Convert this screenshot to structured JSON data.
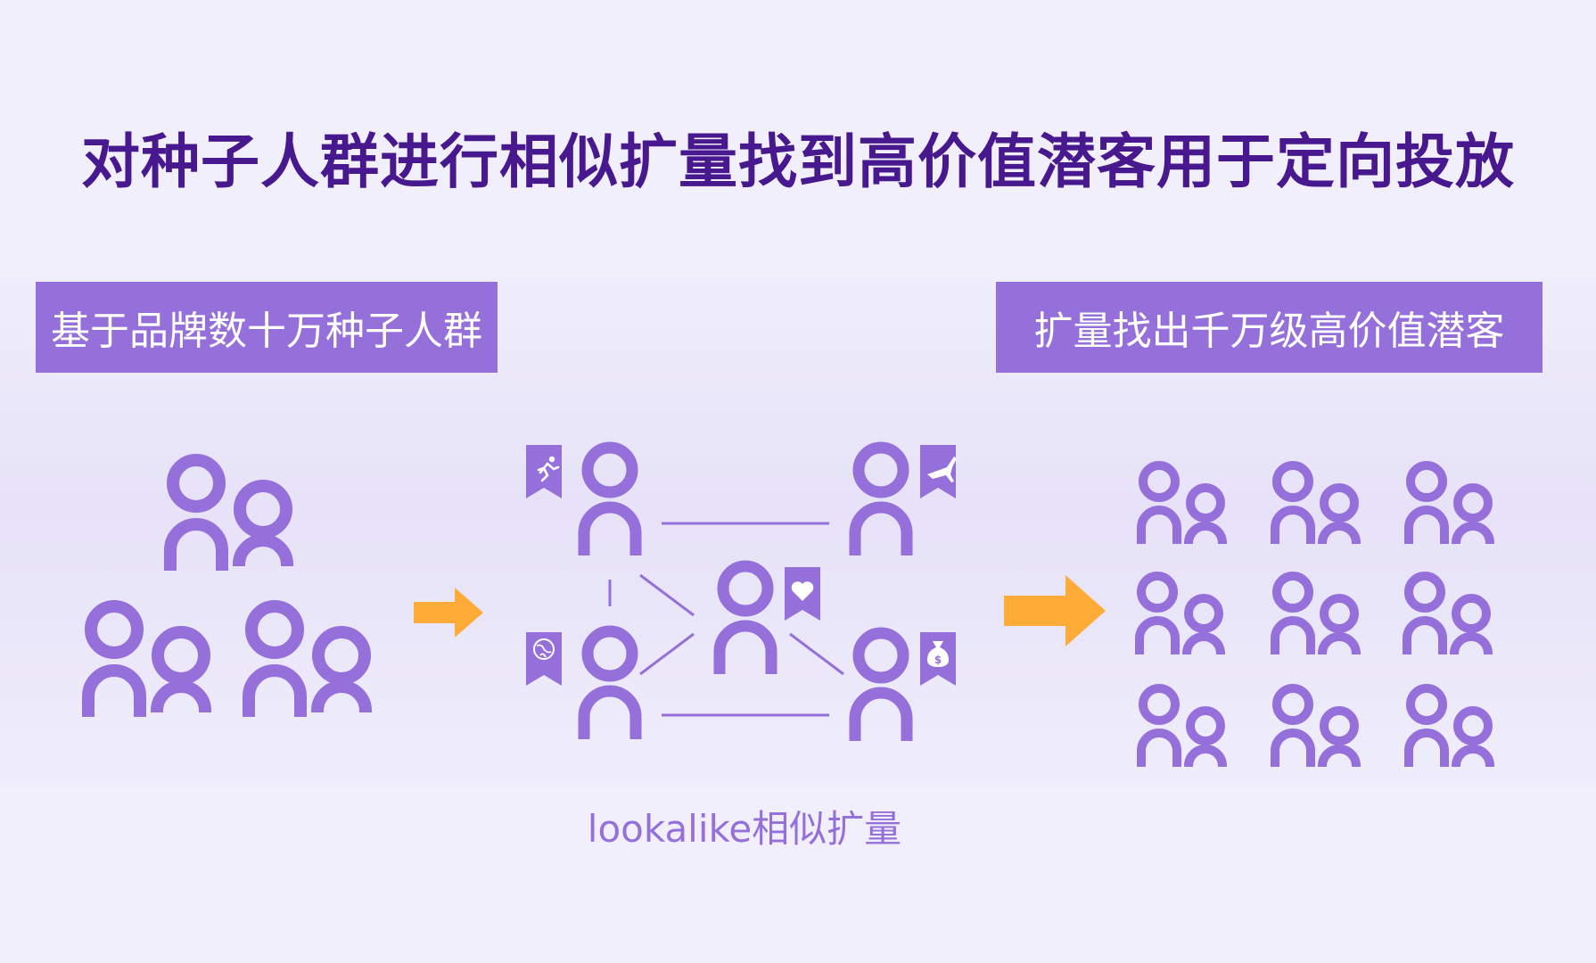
{
  "title": "对种子人群进行相似扩量找到高价值潜客用于定向投放",
  "left_label": "基于品牌数十万种子人群",
  "right_label": "扩量找出千万级高价值潜客",
  "caption": "lookalike相似扩量",
  "colors": {
    "background": "#f1effc",
    "title": "#48188e",
    "accent_purple": "#9670da",
    "arrow_orange": "#ffab38"
  },
  "icons": {
    "seed_group": "people-group-icon",
    "arrows": "arrow-right-icon",
    "tags": [
      "running-icon",
      "airplane-icon",
      "heart-icon",
      "globe-icon",
      "money-bag-icon"
    ],
    "expanded_grid": "people-grid-icon"
  }
}
